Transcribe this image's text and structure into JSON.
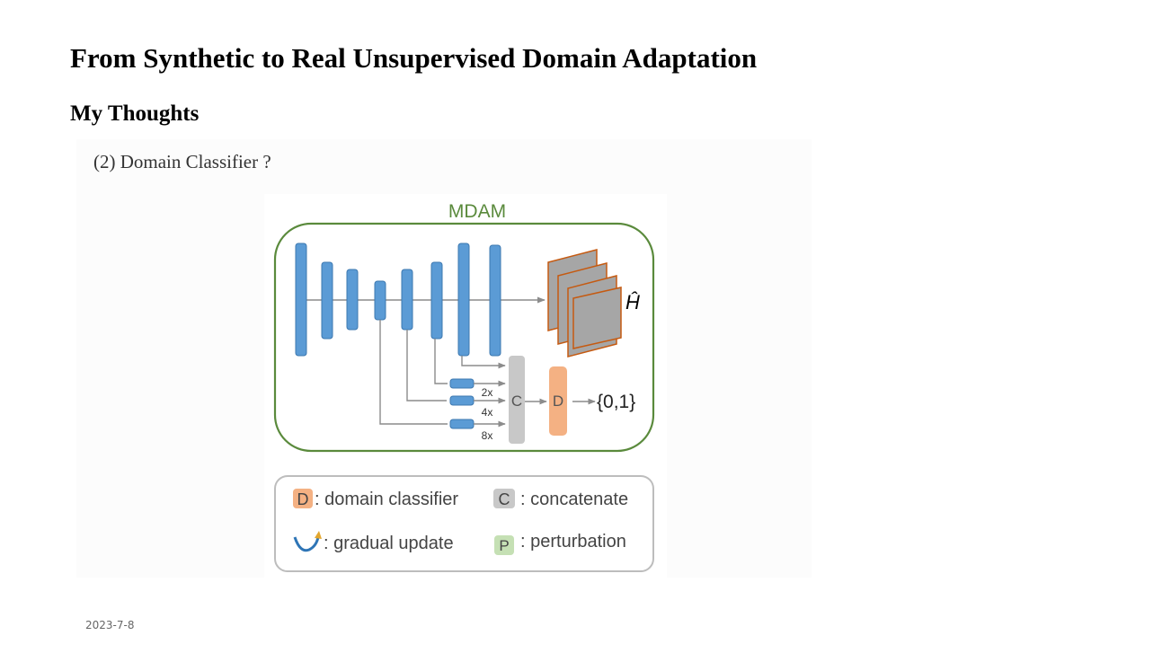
{
  "slide": {
    "title": "From Synthetic to Real Unsupervised Domain Adaptation",
    "subtitle": "My Thoughts",
    "caption": "(2) Domain Classifier ?",
    "date": "2023-7-8"
  },
  "diagram": {
    "module_label": "MDAM",
    "output_label": "Ĥ",
    "concat_node": "C",
    "classifier_node": "D",
    "output_set": "{0,1}",
    "upsample_labels": [
      "2x",
      "4x",
      "8x"
    ],
    "legend": {
      "classifier_key": "D",
      "classifier_text": ": domain classifier",
      "concat_key": "C",
      "concat_text": ": concatenate",
      "update_text": ": gradual update",
      "perturb_key": "P",
      "perturb_text": ": perturbation"
    },
    "colors": {
      "frame_green": "#5a8a3c",
      "layer_blue": "#5b9bd5",
      "classifier_orange": "#f4b183",
      "concat_gray": "#c8c8c8",
      "perturb_green": "#c5e0b4",
      "arrow_gray": "#8c8c8c"
    }
  }
}
